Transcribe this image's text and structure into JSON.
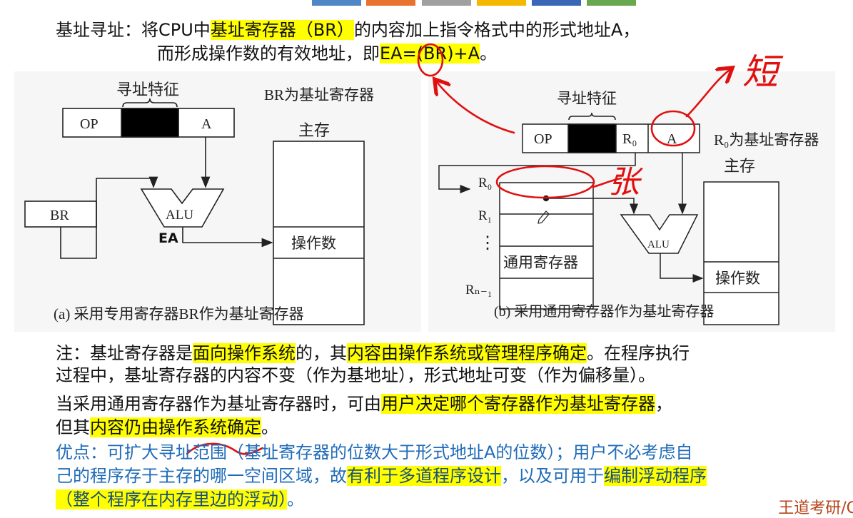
{
  "slide_tabs": {
    "colors": [
      "#4e86c6",
      "#e8732f",
      "#a0a0a0",
      "#f5b800",
      "#3a66b8",
      "#6aa84f"
    ]
  },
  "header": {
    "line1": [
      {
        "text": "基址寻址：将CPU中",
        "hl": false
      },
      {
        "text": "基址寄存器（BR）",
        "hl": true
      },
      {
        "text": "的内容加上指令格式中的形式地址A，",
        "hl": false
      }
    ],
    "line2": [
      {
        "text": "而形成操作数的有效地址，即",
        "hl": false
      },
      {
        "text": "EA=(BR)+A",
        "hl": true
      },
      {
        "text": "。",
        "hl": false
      }
    ]
  },
  "diagram_a": {
    "addr_feature": "寻址特征",
    "op": "OP",
    "a_field": "A",
    "note": "BR为基址寄存器",
    "memory": "主存",
    "br": "BR",
    "alu": "ALU",
    "ea": "EA",
    "operand": "操作数",
    "caption": "(a) 采用专用寄存器BR作为基址寄存器"
  },
  "diagram_b": {
    "addr_feature": "寻址特征",
    "op": "OP",
    "r0_field": "R₀",
    "a_field": "A",
    "note": "R₀为基址寄存器",
    "memory": "主存",
    "r0": "R₀",
    "r1": "R₁",
    "dots": "⋮",
    "rn1": "Rₙ₋₁",
    "gpr": "通用寄存器",
    "alu": "ALU",
    "operand": "操作数",
    "caption": "(b) 采用通用寄存器作为基址寄存器"
  },
  "annotations": {
    "handwritten_1": "短",
    "handwritten_2": "张"
  },
  "notes": {
    "line1": [
      {
        "text": "注：基址寄存器是",
        "hl": false
      },
      {
        "text": "面向操作系统",
        "hl": true
      },
      {
        "text": "的，其",
        "hl": false
      },
      {
        "text": "内容由操作系统或管理程序确定",
        "hl": true
      },
      {
        "text": "。在程序执行",
        "hl": false
      }
    ],
    "line2": [
      {
        "text": "过程中，基址寄存器的内容不变（作为基地址），形式地址可变（作为偏移量）。",
        "hl": false
      }
    ],
    "line3": [
      {
        "text": "当采用通用寄存器作为基址寄存器时，可由",
        "hl": false
      },
      {
        "text": "用户决定哪个寄存器作为基址寄存器",
        "hl": true
      },
      {
        "text": "，",
        "hl": false
      }
    ],
    "line4": [
      {
        "text": "但其",
        "hl": false
      },
      {
        "text": "内容仍由操作系统确定",
        "hl": true
      },
      {
        "text": "。",
        "hl": false
      }
    ]
  },
  "advantages": {
    "line1": [
      {
        "text": "优点：可扩大寻址范围（基址寄存器的位数大于形式地址A的位数）；用户不必考虑自",
        "hl": false
      }
    ],
    "line2": [
      {
        "text": "己的程序存于主存的哪一空间区域，故",
        "hl": false
      },
      {
        "text": "有利于多道程序设计",
        "hl": true
      },
      {
        "text": "，以及可用于",
        "hl": false
      },
      {
        "text": "编制浮动程序",
        "hl": true
      }
    ],
    "line3": [
      {
        "text": "（整个程序在内存里边的浮动）",
        "hl": true
      },
      {
        "text": "。",
        "hl": false
      }
    ]
  },
  "footer": {
    "brand": "王道考研/CS"
  }
}
